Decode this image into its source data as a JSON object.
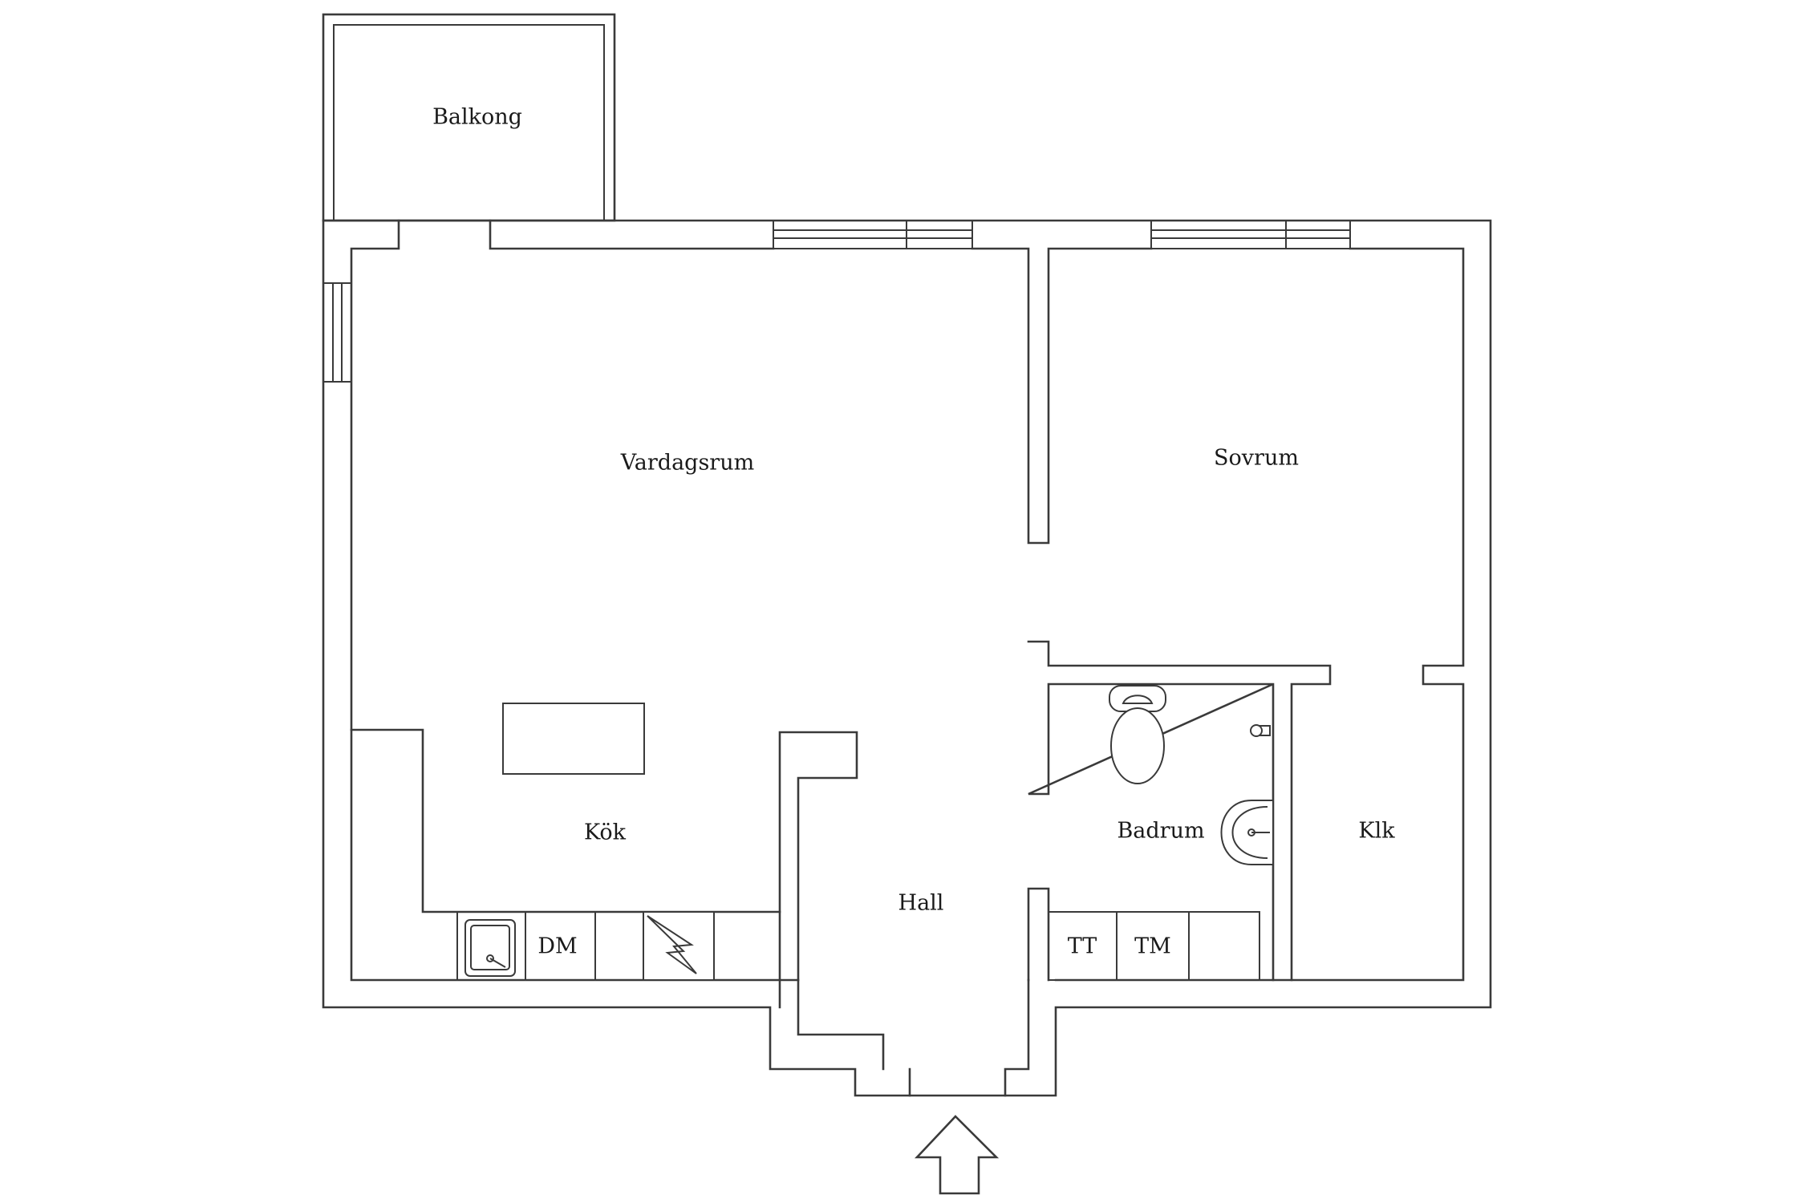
{
  "rooms": {
    "balkong": "Balkong",
    "vardagsrum": "Vardagsrum",
    "sovrum": "Sovrum",
    "kok": "Kök",
    "hall": "Hall",
    "badrum": "Badrum",
    "klk": "Klk"
  },
  "appliances": {
    "dm": "DM",
    "tt": "TT",
    "tm": "TM"
  },
  "colors": {
    "line": "#3a3a3a",
    "background": "#ffffff"
  },
  "icons": {
    "entrance": "entrance-arrow-icon",
    "toilet": "toilet-icon",
    "sink": "washbasin-icon",
    "kitchen_sink": "kitchen-sink-icon",
    "stove": "stove-icon",
    "tap": "tap-icon"
  }
}
